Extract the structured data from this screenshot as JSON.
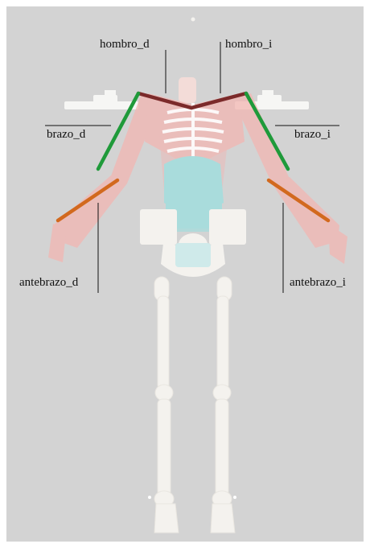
{
  "labels": {
    "hombro_d": "hombro_d",
    "hombro_i": "hombro_i",
    "brazo_d": "brazo_d",
    "brazo_i": "brazo_i",
    "antebrazo_d": "antebrazo_d",
    "antebrazo_i": "antebrazo_i"
  },
  "segment_colors": {
    "hombro": "#7b2a2a",
    "brazo": "#1f9a3a",
    "antebrazo": "#d2691e"
  },
  "colors": {
    "background": "#d3d3d3",
    "bone": "#f4f2ee",
    "muscle": "#f2b6b2",
    "organ": "#a9dcdc",
    "leader_line": "#111111"
  }
}
